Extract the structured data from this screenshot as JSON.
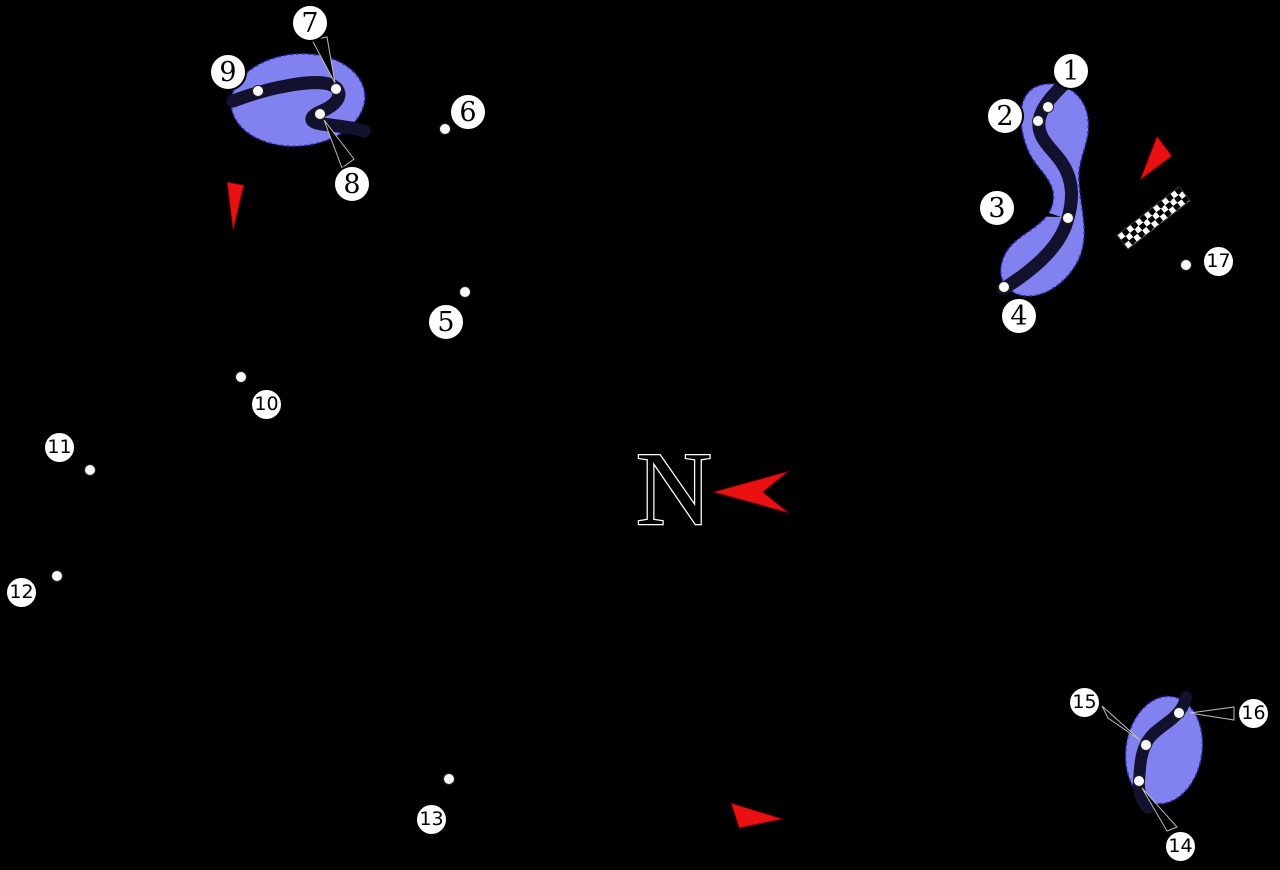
{
  "figure": {
    "compass_label": "N",
    "background_color": "#000000",
    "highlight_color": "#8181ef",
    "highlight_border_color": "#2828b0",
    "track_color": "#12122e",
    "arrow_color": "#e81010",
    "dot_color": "#fafafa",
    "label_bg": "#ffffff",
    "label_fg": "#000000"
  },
  "icons": {
    "north_arrow": "red-left-arrow",
    "start_finish": "checkered-flag-strip",
    "direction_arrow_top_left": "red-down-arrow",
    "direction_arrow_top_right": "red-down-left-arrow",
    "direction_arrow_bottom": "red-right-arrow"
  },
  "corners": [
    {
      "label": "1"
    },
    {
      "label": "2"
    },
    {
      "label": "3"
    },
    {
      "label": "4"
    },
    {
      "label": "5"
    },
    {
      "label": "6"
    },
    {
      "label": "7"
    },
    {
      "label": "8"
    },
    {
      "label": "9"
    },
    {
      "label": "10"
    },
    {
      "label": "11"
    },
    {
      "label": "12"
    },
    {
      "label": "13"
    },
    {
      "label": "14"
    },
    {
      "label": "15"
    },
    {
      "label": "16"
    },
    {
      "label": "17"
    }
  ]
}
